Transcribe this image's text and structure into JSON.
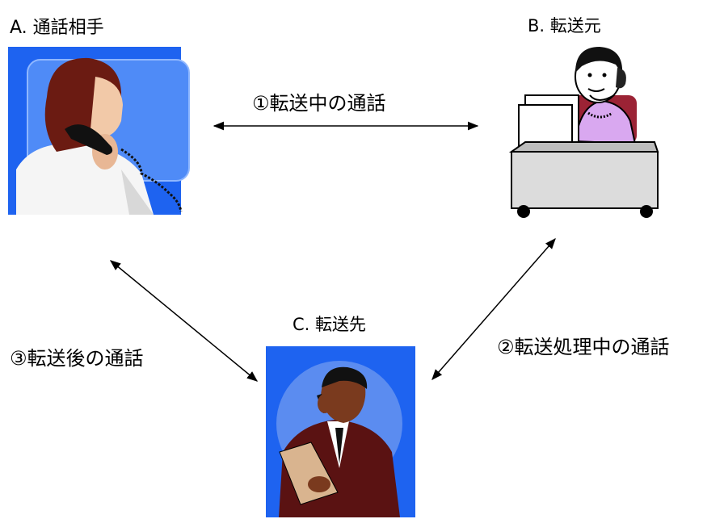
{
  "nodes": {
    "a": {
      "title": "A. 通話相手"
    },
    "b": {
      "title": "B. 転送元"
    },
    "c": {
      "title": "C. 転送先"
    }
  },
  "edges": {
    "e1": {
      "label": "①転送中の通話"
    },
    "e2": {
      "label": "②転送処理中の通話"
    },
    "e3": {
      "label": "③転送後の通話"
    }
  },
  "colors": {
    "blue_bg": "#1E63F0",
    "arrow": "#000000"
  },
  "icons": {
    "a": "woman-on-phone-clipart",
    "b": "operator-at-desk-clipart",
    "c": "businessman-on-phone-clipart"
  }
}
